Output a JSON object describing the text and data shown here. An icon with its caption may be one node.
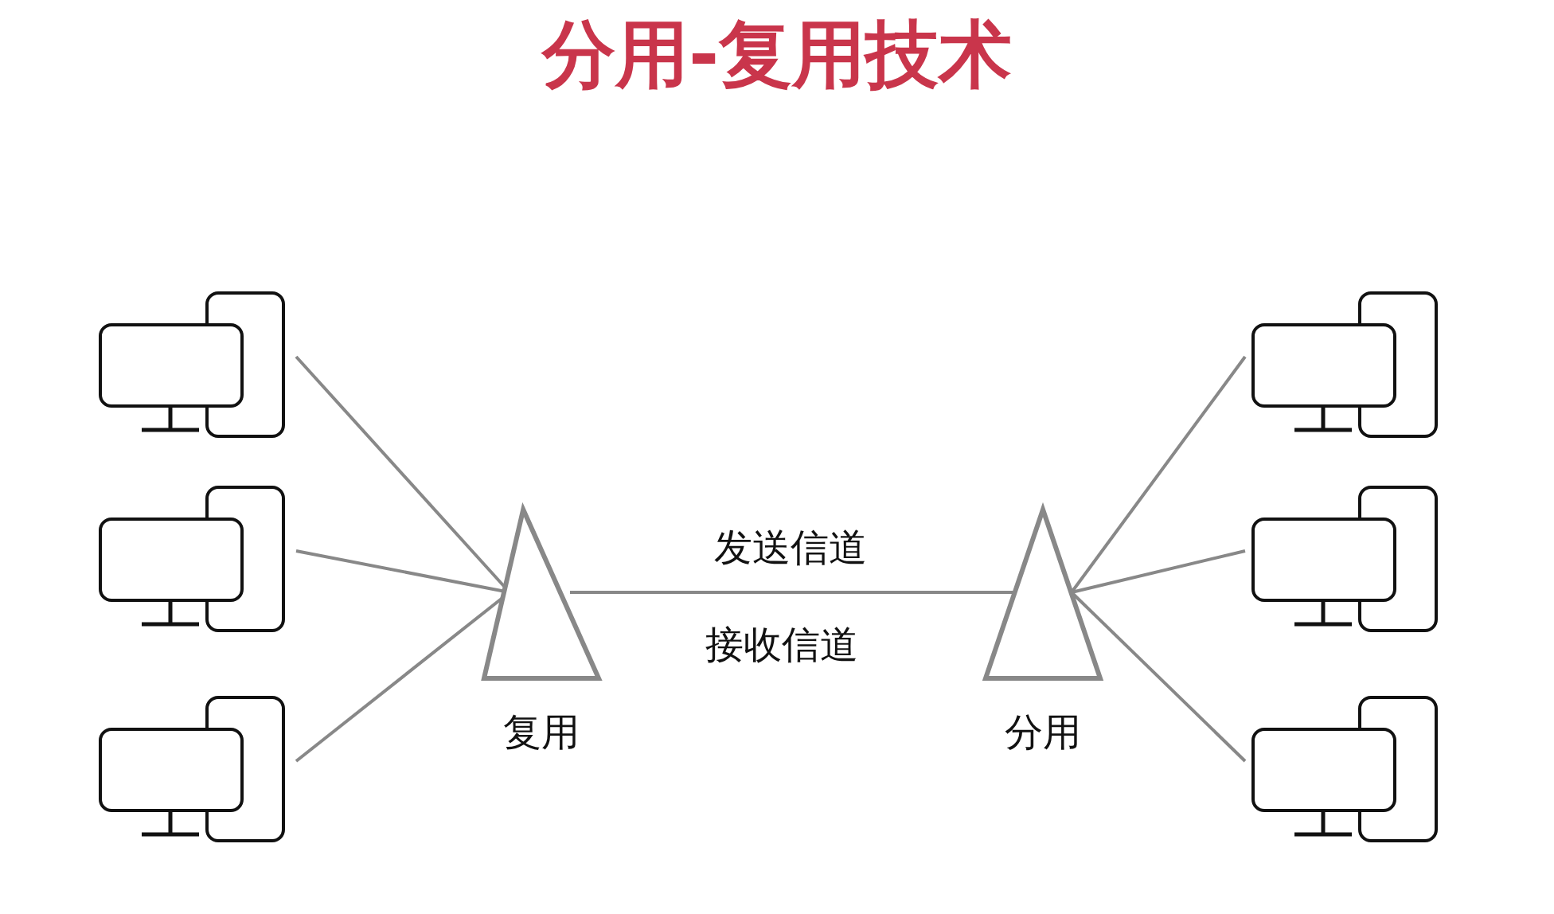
{
  "diagram": {
    "title": "分用-复用技术",
    "nodes": [
      {
        "text": [],
        "shape": "picture"
      },
      {
        "text": [],
        "shape": "picture"
      },
      {
        "text": [],
        "shape": "picture"
      },
      {
        "text": [
          "复用"
        ]
      },
      {
        "text": [
          "分用"
        ]
      },
      {
        "text": [],
        "shape": "picture"
      },
      {
        "text": [],
        "shape": "picture"
      },
      {
        "text": [],
        "shape": "picture"
      }
    ],
    "edges": [
      {
        "from": 0,
        "to": 3,
        "arrow": "none"
      },
      {
        "from": 1,
        "to": 3,
        "arrow": "none"
      },
      {
        "from": 2,
        "to": 3,
        "arrow": "none"
      },
      {
        "from": 3,
        "to": 4,
        "arrow": "none",
        "label": "发送信道"
      },
      {
        "from": 4,
        "to": 5,
        "arrow": "none"
      },
      {
        "from": 4,
        "to": 6,
        "arrow": "none"
      },
      {
        "from": 4,
        "to": 7,
        "arrow": "none"
      }
    ],
    "labels": [
      "接收信道"
    ]
  }
}
